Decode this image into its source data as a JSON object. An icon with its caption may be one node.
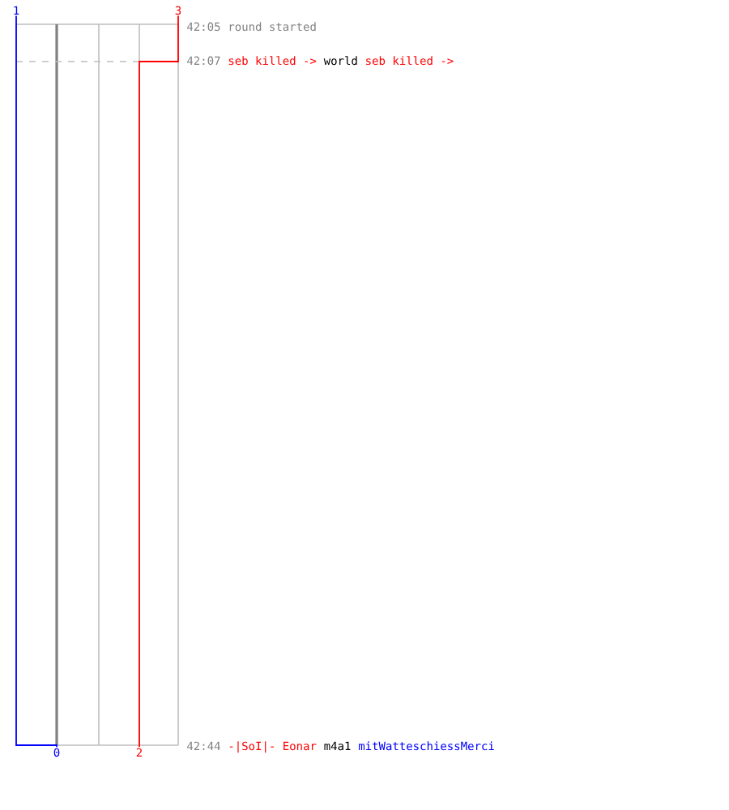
{
  "diagram": {
    "nodes": [
      {
        "text": [
          "1"
        ]
      },
      {
        "text": [
          "3"
        ]
      },
      {
        "text": [
          "0"
        ]
      },
      {
        "text": [
          "2"
        ]
      }
    ],
    "edges": [
      {
        "from": 0,
        "to": 2,
        "arrow": "none",
        "color": "#0000ff"
      },
      {
        "from": 1,
        "to": 3,
        "arrow": "none",
        "color": "#ff0000"
      }
    ],
    "labels": [
      "42:05",
      "round started",
      "42:07",
      "seb killed ->",
      "world",
      "seb killed ->",
      "42:44",
      "-|SoI|- Eonar",
      "m4a1",
      "mitWatteschiessMerci"
    ]
  }
}
